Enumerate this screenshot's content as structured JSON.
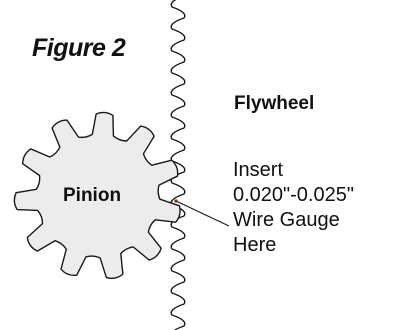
{
  "figure": {
    "title": "Figure 2",
    "labels": {
      "flywheel": "Flywheel",
      "pinion": "Pinion"
    },
    "instruction_lines": [
      "Insert",
      "0.020\"-0.025\"",
      "Wire Gauge",
      "Here"
    ],
    "colors": {
      "pinion_fill": "#ececec",
      "outline": "#1a1a1a",
      "contact_point": "#8b1a1a"
    },
    "pinion_teeth": 11
  }
}
